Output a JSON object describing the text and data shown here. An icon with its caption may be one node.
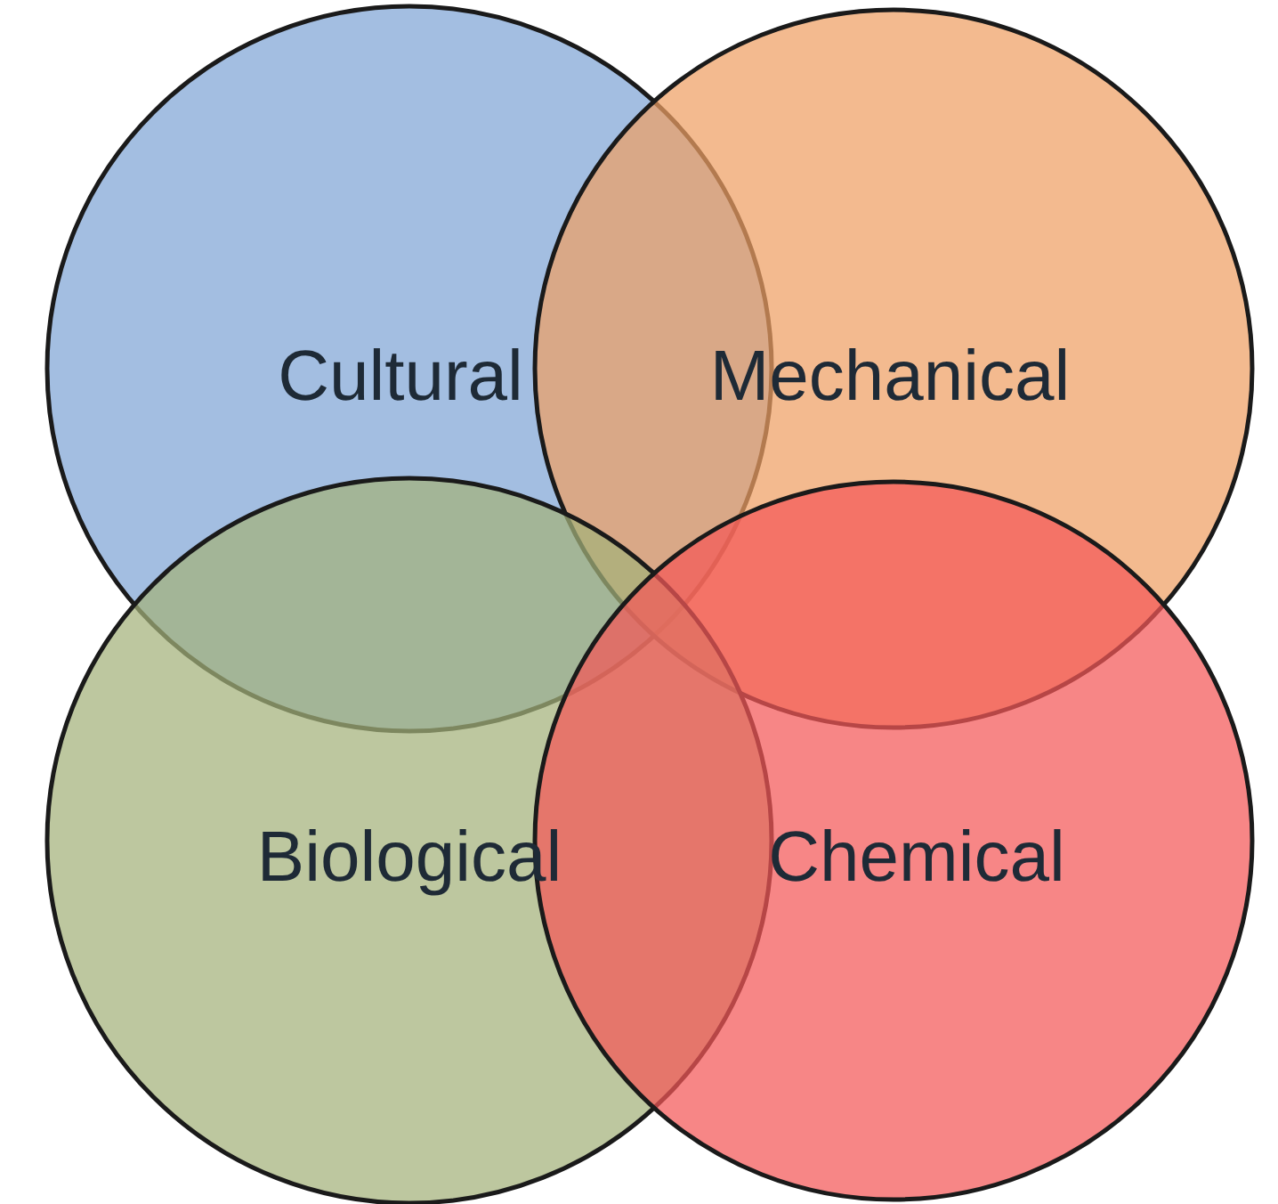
{
  "diagram": {
    "nodes": [
      {
        "text": [
          "Cultural"
        ]
      },
      {
        "text": [
          "Mechanical"
        ]
      },
      {
        "text": [
          "Biological"
        ]
      },
      {
        "text": [
          "Chemical"
        ]
      }
    ]
  }
}
